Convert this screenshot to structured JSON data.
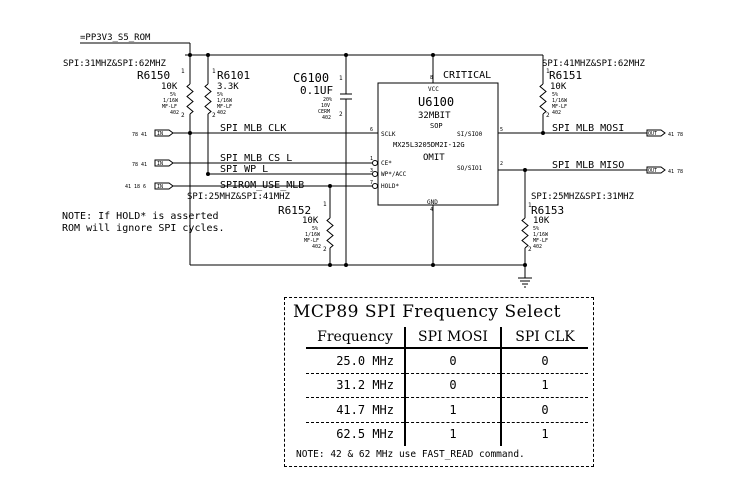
{
  "power": {
    "rail": "=PP3V3_S5_ROM"
  },
  "resistors": {
    "r6150": {
      "ref": "R6150",
      "pin1": "1",
      "pin2": "2",
      "value": "10K",
      "tol": "5%",
      "power": "1/16W",
      "type": "MF-LF",
      "pkg": "402",
      "note": "SPI:31MHZ&SPI:62MHZ"
    },
    "r6101": {
      "ref": "R6101",
      "pin1": "1",
      "pin2": "2",
      "value": "3.3K",
      "tol": "5%",
      "power": "1/16W",
      "type": "MF-LF",
      "pkg": "402"
    },
    "r6151": {
      "ref": "R6151",
      "pin1": "1",
      "pin2": "2",
      "value": "10K",
      "tol": "5%",
      "power": "1/16W",
      "type": "MF-LF",
      "pkg": "402",
      "note": "SPI:41MHZ&SPI:62MHZ"
    },
    "r6152": {
      "ref": "R6152",
      "pin1": "1",
      "pin2": "2",
      "value": "10K",
      "tol": "5%",
      "power": "1/16W",
      "type": "MF-LF",
      "pkg": "402",
      "note": "SPI:25MHZ&SPI:41MHZ"
    },
    "r6153": {
      "ref": "R6153",
      "pin1": "1",
      "pin2": "2",
      "value": "10K",
      "tol": "5%",
      "power": "1/16W",
      "type": "MF-LF",
      "pkg": "402",
      "note": "SPI:25MHZ&SPI:31MHZ"
    }
  },
  "capacitor": {
    "ref": "C6100",
    "pin1": "1",
    "pin2": "2",
    "value": "0.1UF",
    "tol": "20%",
    "voltage": "10V",
    "type": "CERM",
    "pkg": "402"
  },
  "ic": {
    "ref": "U6100",
    "desc": "32MBIT",
    "pkg": "SOP",
    "part": "MX25L3205DM2I-12G",
    "status": "OMIT",
    "tag": "CRITICAL",
    "vcc": "VCC",
    "gnd": "GND",
    "vcc_pin": "8",
    "gnd_pin": "4",
    "pins": {
      "sclk": "SCLK",
      "ce": "CE*",
      "wp": "WP*/ACC",
      "hold": "HOLD*",
      "si": "SI/SIO0",
      "so": "SO/SIO1",
      "sclk_num": "6",
      "ce_num": "1",
      "wp_num": "3",
      "hold_num": "7",
      "si_num": "5",
      "so_num": "2"
    }
  },
  "nets": {
    "clk": "SPI_MLB_CLK",
    "cs": "SPI_MLB_CS_L",
    "wp": "SPI_WP_L",
    "use": "SPIROM_USE_MLB",
    "mosi": "SPI_MLB_MOSI",
    "miso": "SPI_MLB_MISO"
  },
  "ports": {
    "clk_in": "IN",
    "cs_in": "IN",
    "use_in": "IN",
    "mosi_out": "OUT",
    "miso_out": "OUT",
    "clk_ref": "78 41",
    "cs_ref": "78 41",
    "use_ref": "41 18 6",
    "mosi_ref": "41 78",
    "miso_ref": "41 78"
  },
  "note": {
    "line1": "NOTE: If HOLD* is asserted",
    "line2": "ROM will ignore SPI cycles."
  },
  "freq_table": {
    "title": "MCP89 SPI Frequency Select",
    "headers": [
      "Frequency",
      "SPI MOSI",
      "SPI CLK"
    ],
    "rows": [
      {
        "freq": "25.0 MHz",
        "mosi": "0",
        "clk": "0"
      },
      {
        "freq": "31.2 MHz",
        "mosi": "0",
        "clk": "1"
      },
      {
        "freq": "41.7 MHz",
        "mosi": "1",
        "clk": "0"
      },
      {
        "freq": "62.5 MHz",
        "mosi": "1",
        "clk": "1"
      }
    ],
    "note": "NOTE: 42 & 62 MHz use FAST_READ command."
  }
}
